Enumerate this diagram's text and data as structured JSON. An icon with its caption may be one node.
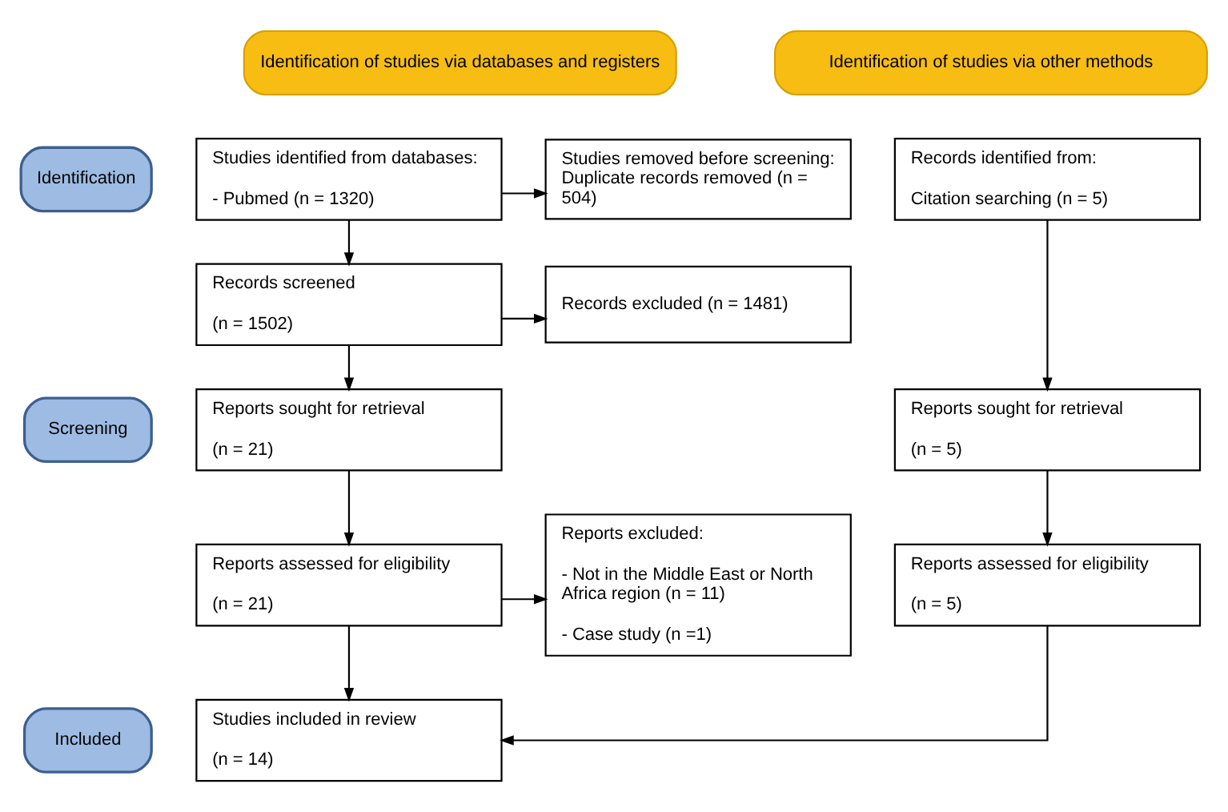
{
  "diagram": {
    "nodes": [
      {
        "text": [
          "Identification of studies via databases and registers"
        ]
      },
      {
        "text": [
          "Identification of studies via other methods"
        ]
      },
      {
        "text": [
          "Identification"
        ]
      },
      {
        "text": [
          "Screening"
        ]
      },
      {
        "text": [
          "Included"
        ]
      },
      {
        "text": [
          "Studies identified from databases:",
          "- Pubmed (n = 1320)"
        ]
      },
      {
        "text": [
          "Studies removed before screening: Duplicate records removed (n = 504)"
        ]
      },
      {
        "text": [
          "Records screened",
          "(n = 1502)"
        ]
      },
      {
        "text": [
          "Records excluded (n = 1481)"
        ]
      },
      {
        "text": [
          "Reports sought for retrieval",
          "(n = 21)"
        ]
      },
      {
        "text": [
          "Reports assessed for eligibility",
          "(n = 21)"
        ]
      },
      {
        "text": [
          "Reports excluded:",
          "- Not in the Middle East or North Africa region (n = 11)",
          "- Case study (n =1)"
        ]
      },
      {
        "text": [
          "Studies included in review",
          "(n = 14)"
        ]
      },
      {
        "text": [
          "Records identified from:",
          "Citation searching (n = 5)"
        ]
      },
      {
        "text": [
          "Reports sought for retrieval",
          "(n = 5)"
        ]
      },
      {
        "text": [
          "Reports assessed for eligibility",
          "(n = 5)"
        ]
      }
    ],
    "edges": [
      {
        "from": 5,
        "to": 6,
        "arrow": "to"
      },
      {
        "from": 5,
        "to": 7,
        "arrow": "to"
      },
      {
        "from": 7,
        "to": 8,
        "arrow": "to"
      },
      {
        "from": 7,
        "to": 9,
        "arrow": "to"
      },
      {
        "from": 9,
        "to": 10,
        "arrow": "to"
      },
      {
        "from": 10,
        "to": 11,
        "arrow": "to"
      },
      {
        "from": 10,
        "to": 12,
        "arrow": "to"
      },
      {
        "from": 13,
        "to": 14,
        "arrow": "to"
      },
      {
        "from": 14,
        "to": 15,
        "arrow": "to"
      },
      {
        "from": 15,
        "to": 12,
        "arrow": "to"
      }
    ]
  }
}
